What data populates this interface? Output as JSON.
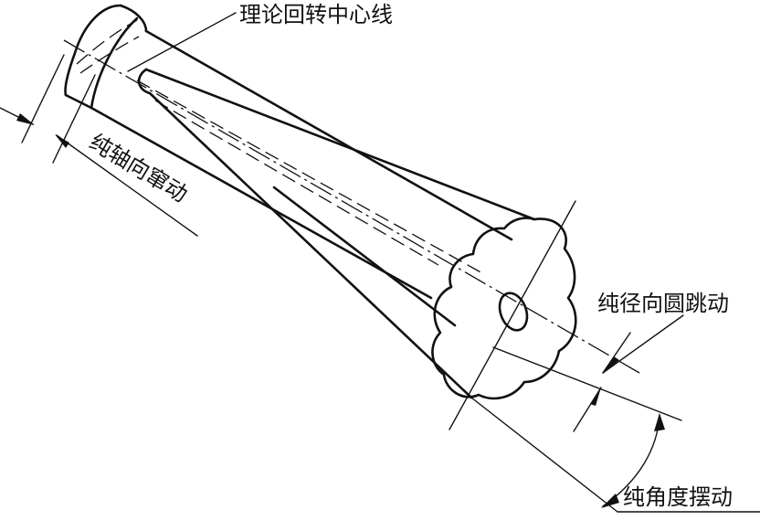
{
  "labels": {
    "theoretical_axis": "理论回转中心线",
    "axial_movement": "纯轴向窜动",
    "radial_runout": "纯径向圆跳动",
    "angular_swing": "纯角度摆动"
  }
}
